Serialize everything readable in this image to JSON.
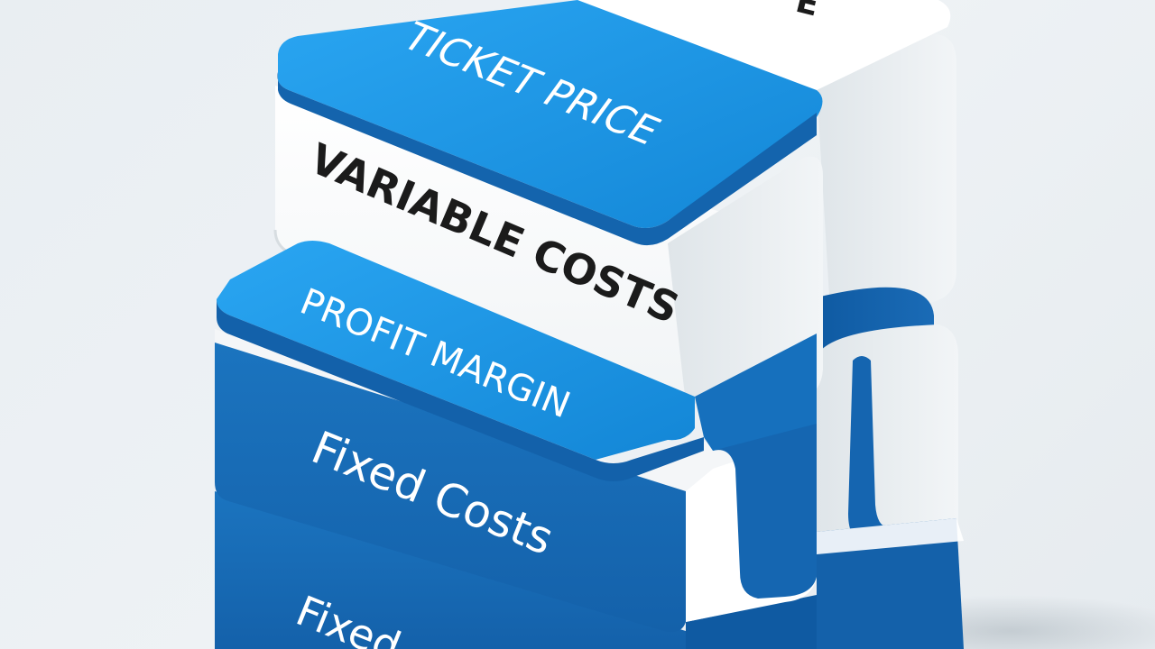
{
  "blocks": {
    "top_partial": {
      "label": "E"
    },
    "ticket_price": {
      "label": "TICKET PRICE"
    },
    "variable_costs": {
      "label": "VARIABLE COSTS"
    },
    "profit_margin": {
      "label": "PROFIT MARGIN"
    },
    "fixed_costs": {
      "label": "Fixed Costs"
    },
    "fixed_partial": {
      "label": "Fixed"
    }
  },
  "colors": {
    "blue_top": "#1f9aec",
    "blue_dark": "#1668b3",
    "blue_darker": "#0f5aa2",
    "white_face": "#ffffff",
    "white_side": "#e7ecef",
    "background": "#ebf0f3"
  }
}
